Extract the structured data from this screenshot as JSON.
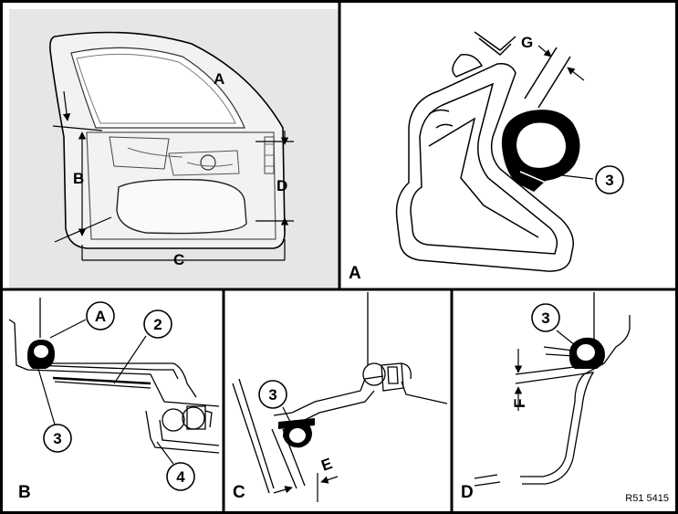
{
  "overview": {
    "labels": {
      "a": "A",
      "b": "B",
      "c": "C",
      "d": "D"
    }
  },
  "detail_a": {
    "dimension": "G",
    "callout": "3",
    "view_label": "A"
  },
  "detail_b": {
    "callouts": [
      "A",
      "2",
      "3",
      "4"
    ],
    "view_label": "B"
  },
  "detail_c": {
    "dimension": "E",
    "callout": "3",
    "view_label": "C"
  },
  "detail_d": {
    "dimension": "F",
    "callout": "3",
    "view_label": "D"
  },
  "reference": "R51 5415",
  "colors": {
    "panel_bg": "#e6e6e6",
    "line": "#000000",
    "seal": "#000000"
  }
}
